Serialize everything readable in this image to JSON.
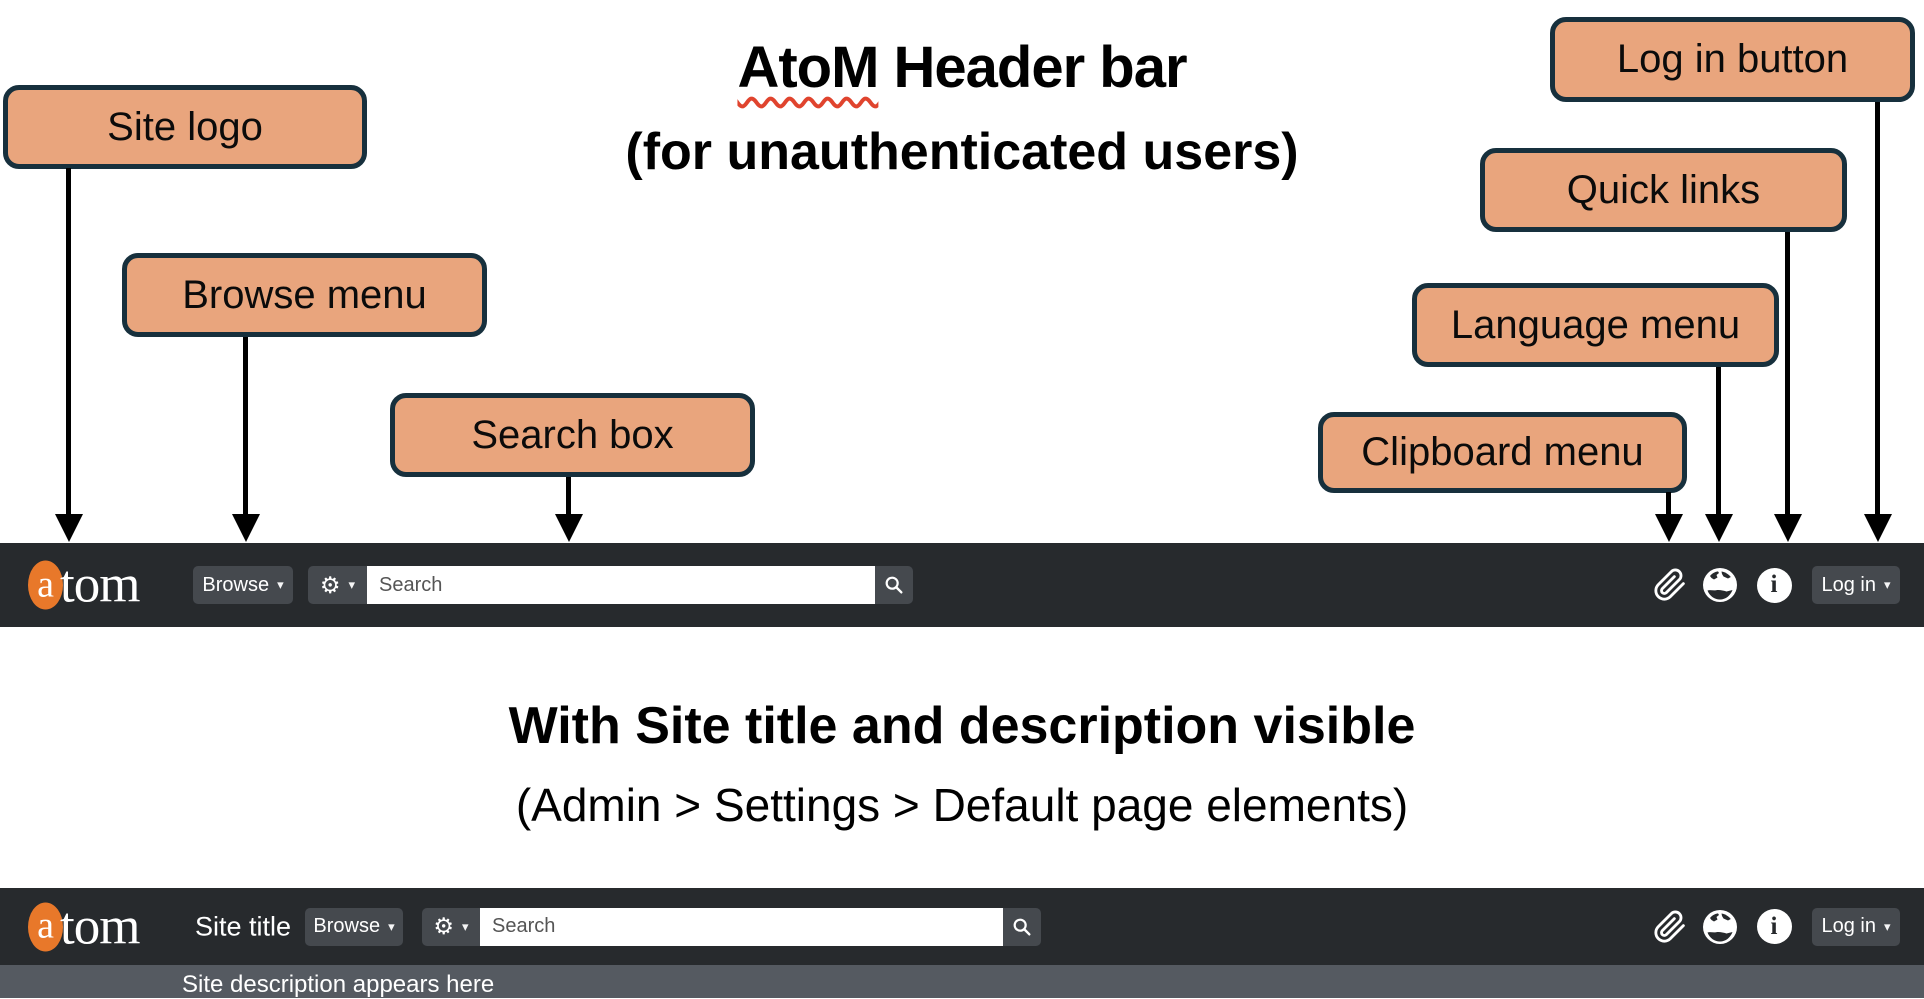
{
  "titles": {
    "s1_title_word": "AtoM",
    "s1_title_rest": " Header bar",
    "s1_subtitle": "(for unauthenticated users)",
    "s2_title": "With Site title and description visible",
    "s2_subtitle": "(Admin > Settings > Default page elements)"
  },
  "callouts": {
    "site_logo": "Site logo",
    "browse_menu": "Browse menu",
    "search_box": "Search box",
    "clipboard_menu": "Clipboard menu",
    "language_menu": "Language menu",
    "quick_links": "Quick links",
    "login_button": "Log in button"
  },
  "header": {
    "logo_a": "a",
    "logo_tom": "tom",
    "browse_label": "Browse",
    "caret": "▾",
    "gear_glyph": "⚙",
    "search_placeholder": "Search",
    "login_label": "Log in",
    "info_glyph": "i"
  },
  "header2": {
    "site_title": "Site title",
    "site_description": "Site description appears here"
  },
  "colors": {
    "callout_fill": "#e9a57d",
    "callout_border": "#17303d",
    "navbar_bg": "#272a2d",
    "button_bg": "#45494e",
    "atom_orange": "#e8782a",
    "description_bar_bg": "#555a61",
    "squiggle_red": "#e0442e"
  }
}
